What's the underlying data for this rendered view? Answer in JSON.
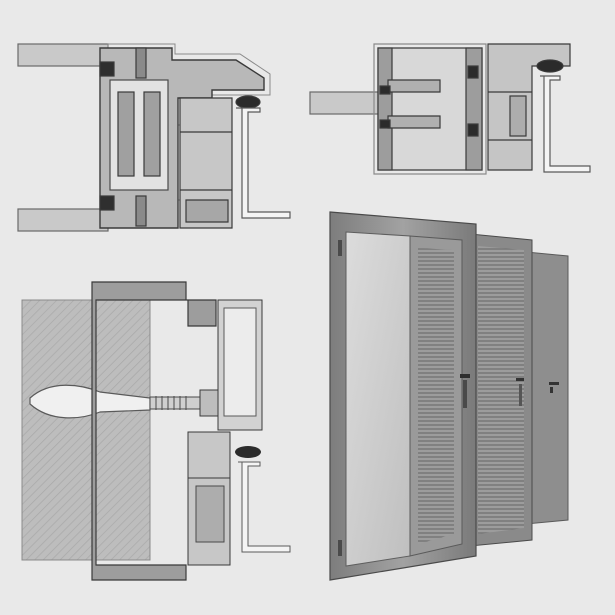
{
  "figure": {
    "background": "#e9e9e9",
    "colors": {
      "profile_fill": "#9a9a9a",
      "profile_stroke": "#3a3a3a",
      "section_outline": "#d4d4d4",
      "glass_panel": "#c9c9c9",
      "wall_hatch": "#b5b5b5",
      "door_frame": "#8c8c8c",
      "door_glass": "#cfcfcf",
      "blind_slats": "#7d7d7d",
      "gasket": "#2b2b2b"
    },
    "panels": [
      {
        "id": "section-sash-frame",
        "icon": "door-sash-frame-section-icon"
      },
      {
        "id": "section-glazing-bead",
        "icon": "glazing-bead-section-icon"
      },
      {
        "id": "section-wall-anchor",
        "icon": "wall-anchor-section-icon"
      },
      {
        "id": "door-render",
        "icon": "door-with-blinds-icon"
      }
    ]
  }
}
